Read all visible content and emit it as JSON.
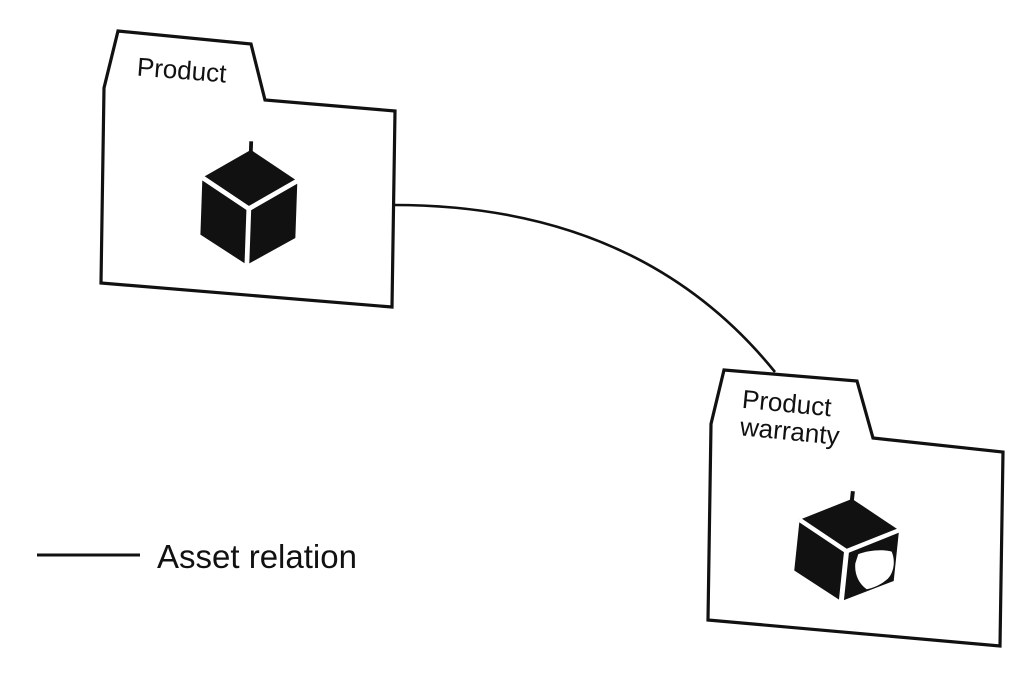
{
  "figure": {
    "type": "asset-relation-diagram",
    "background": "#ffffff",
    "ink": "#111111",
    "nodes": [
      {
        "id": "product",
        "label": "Product",
        "label_lines": [
          "Product"
        ],
        "icon": "cube-icon"
      },
      {
        "id": "product-warranty",
        "label": "Product warranty",
        "label_lines": [
          "Product",
          "warranty"
        ],
        "icon": "cube-shield-icon"
      }
    ],
    "edges": [
      {
        "from": "product",
        "to": "product-warranty",
        "relation": "Asset relation",
        "style": "curved-solid-line"
      }
    ],
    "legend": {
      "items": [
        {
          "symbol": "solid-line",
          "label": "Asset relation"
        }
      ]
    }
  }
}
